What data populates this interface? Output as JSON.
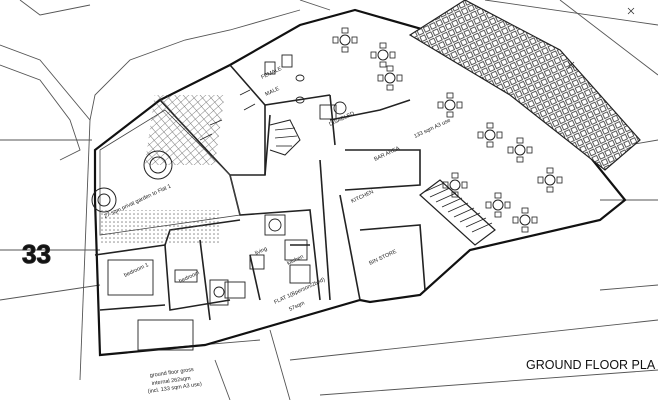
{
  "title": "GROUND FLOOR PLA",
  "plot_number": "33",
  "rooms": {
    "female": "FEMALE",
    "male": "MALE",
    "disabled": "DISABLED",
    "bar_area": "BAR AREA",
    "a3_use": "133 sqm A3 use",
    "kitchen": "KITCHEN",
    "bin_store": "BIN STORE",
    "private_garden": "27 sqm privat garden to Flat 1",
    "bedroom_1": "bedroom 1",
    "bedroom": "bedroom",
    "living": "living",
    "flat_kitchen": "kitchen",
    "flat_label": "FLAT 1(Bperson/2bed)",
    "flat_area": "57sqm"
  },
  "footnote": {
    "line1": "ground floor gross",
    "line2": "internal 262sqm",
    "line3": "(incl. 133 sqm A3 use)"
  }
}
